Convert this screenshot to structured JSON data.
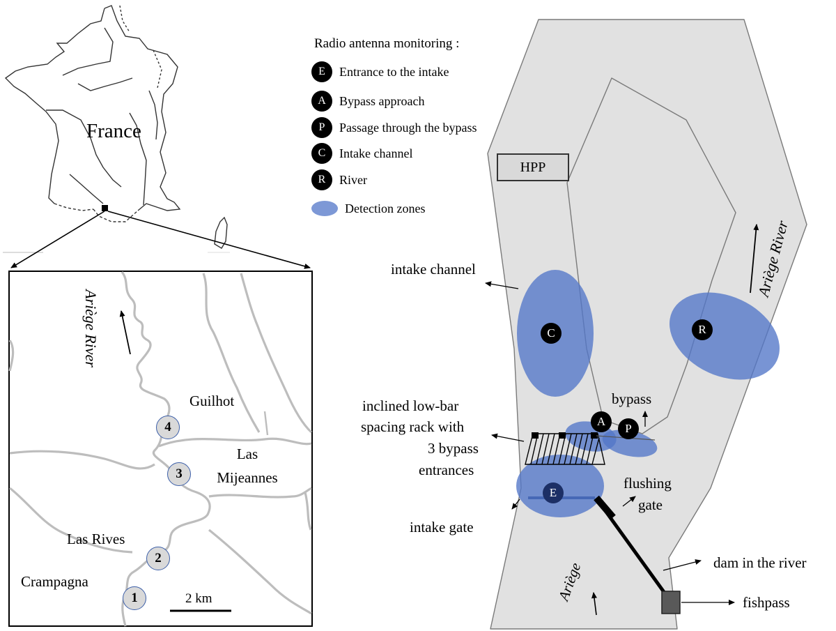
{
  "country_label": "France",
  "legend": {
    "title": "Radio antenna monitoring :",
    "items": [
      {
        "code": "E",
        "label": "Entrance to the intake"
      },
      {
        "code": "A",
        "label": "Bypass approach"
      },
      {
        "code": "P",
        "label": "Passage through the bypass"
      },
      {
        "code": "C",
        "label": "Intake channel"
      },
      {
        "code": "R",
        "label": "River"
      }
    ],
    "zones_label": "Detection zones",
    "zone_color": "#5276c8"
  },
  "inset_map": {
    "river_label": "Ariège River",
    "places": [
      "Guilhot",
      "Las Mijeannes",
      "Las Rives",
      "Crampagna"
    ],
    "sites": [
      "4",
      "3",
      "2",
      "1"
    ],
    "scale_label": "2 km"
  },
  "schematic": {
    "hpp_label": "HPP",
    "river_label": "Ariège River",
    "river_label_lower": "Ariège",
    "markers": {
      "C": "C",
      "R": "R",
      "A": "A",
      "P": "P",
      "E": "E"
    },
    "annotations": {
      "intake_channel": "intake channel",
      "rack_line1": "inclined low-bar",
      "rack_line2": "spacing rack with",
      "rack_line3": "3 bypass",
      "rack_line4": "entrances",
      "bypass": "bypass",
      "flushing_line1": "flushing",
      "flushing_line2": "gate",
      "intake_gate": "intake gate",
      "dam": "dam in the river",
      "fishpass": "fishpass"
    }
  }
}
